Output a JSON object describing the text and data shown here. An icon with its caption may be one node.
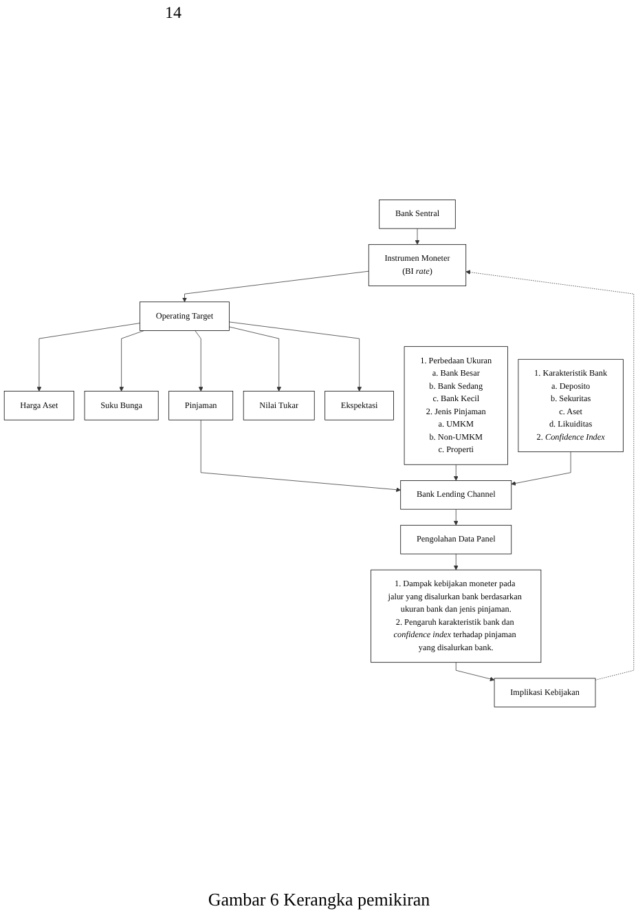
{
  "diagram": {
    "caption": "Gambar 6 Kerangka pemikiran",
    "nodes": [
      {
        "text": [
          "Bank Sentral"
        ]
      },
      {
        "text": [
          "Instrumen Moneter",
          "(BI *rate*)"
        ]
      },
      {
        "text": [
          "Operating Target"
        ]
      },
      {
        "text": [
          "Harga Aset"
        ]
      },
      {
        "text": [
          "Suku Bunga"
        ]
      },
      {
        "text": [
          "Pinjaman"
        ]
      },
      {
        "text": [
          "Nilai Tukar"
        ]
      },
      {
        "text": [
          "Ekspektasi"
        ]
      },
      {
        "text": [
          "Bank Lending Channel"
        ]
      },
      {
        "text": [
          "1. Perbedaan Ukuran",
          "a. Bank Besar",
          "b. Bank Sedang",
          "c. Bank Kecil",
          "2. Jenis Pinjaman",
          "a. UMKM",
          "b. Non-UMKM",
          "c. Properti"
        ]
      },
      {
        "text": [
          "1. Karakteristik Bank",
          "a. Deposito",
          "b. Sekuritas",
          "c. Aset",
          "d. Likuiditas",
          "2. *Confidence Index*"
        ]
      },
      {
        "text": [
          "Pengolahan Data Panel"
        ]
      },
      {
        "text": [
          "1. Dampak kebijakan moneter pada jalur yang disalurkan bank berdasarkan ukuran bank dan jenis pinjaman.",
          "2. Pengaruh karakteristik bank dan *confidence index* terhadap pinjaman yang disalurkan bank."
        ]
      },
      {
        "text": [
          "Implikasi Kebijakan"
        ]
      }
    ],
    "edges": [
      {
        "from": 0,
        "to": 1,
        "arrow": "to"
      },
      {
        "from": 1,
        "to": 2,
        "arrow": "to"
      },
      {
        "from": 2,
        "to": 3,
        "arrow": "to"
      },
      {
        "from": 2,
        "to": 4,
        "arrow": "to"
      },
      {
        "from": 2,
        "to": 5,
        "arrow": "to"
      },
      {
        "from": 2,
        "to": 6,
        "arrow": "to"
      },
      {
        "from": 2,
        "to": 7,
        "arrow": "to"
      },
      {
        "from": 5,
        "to": 8,
        "arrow": "to"
      },
      {
        "from": 9,
        "to": 8,
        "arrow": "to"
      },
      {
        "from": 10,
        "to": 8,
        "arrow": "to"
      },
      {
        "from": 8,
        "to": 11,
        "arrow": "to"
      },
      {
        "from": 11,
        "to": 12,
        "arrow": "to"
      },
      {
        "from": 12,
        "to": 13,
        "arrow": "to"
      },
      {
        "from": 13,
        "to": 1,
        "arrow": "to",
        "style": "dashed"
      }
    ],
    "labels": [
      "14"
    ]
  }
}
